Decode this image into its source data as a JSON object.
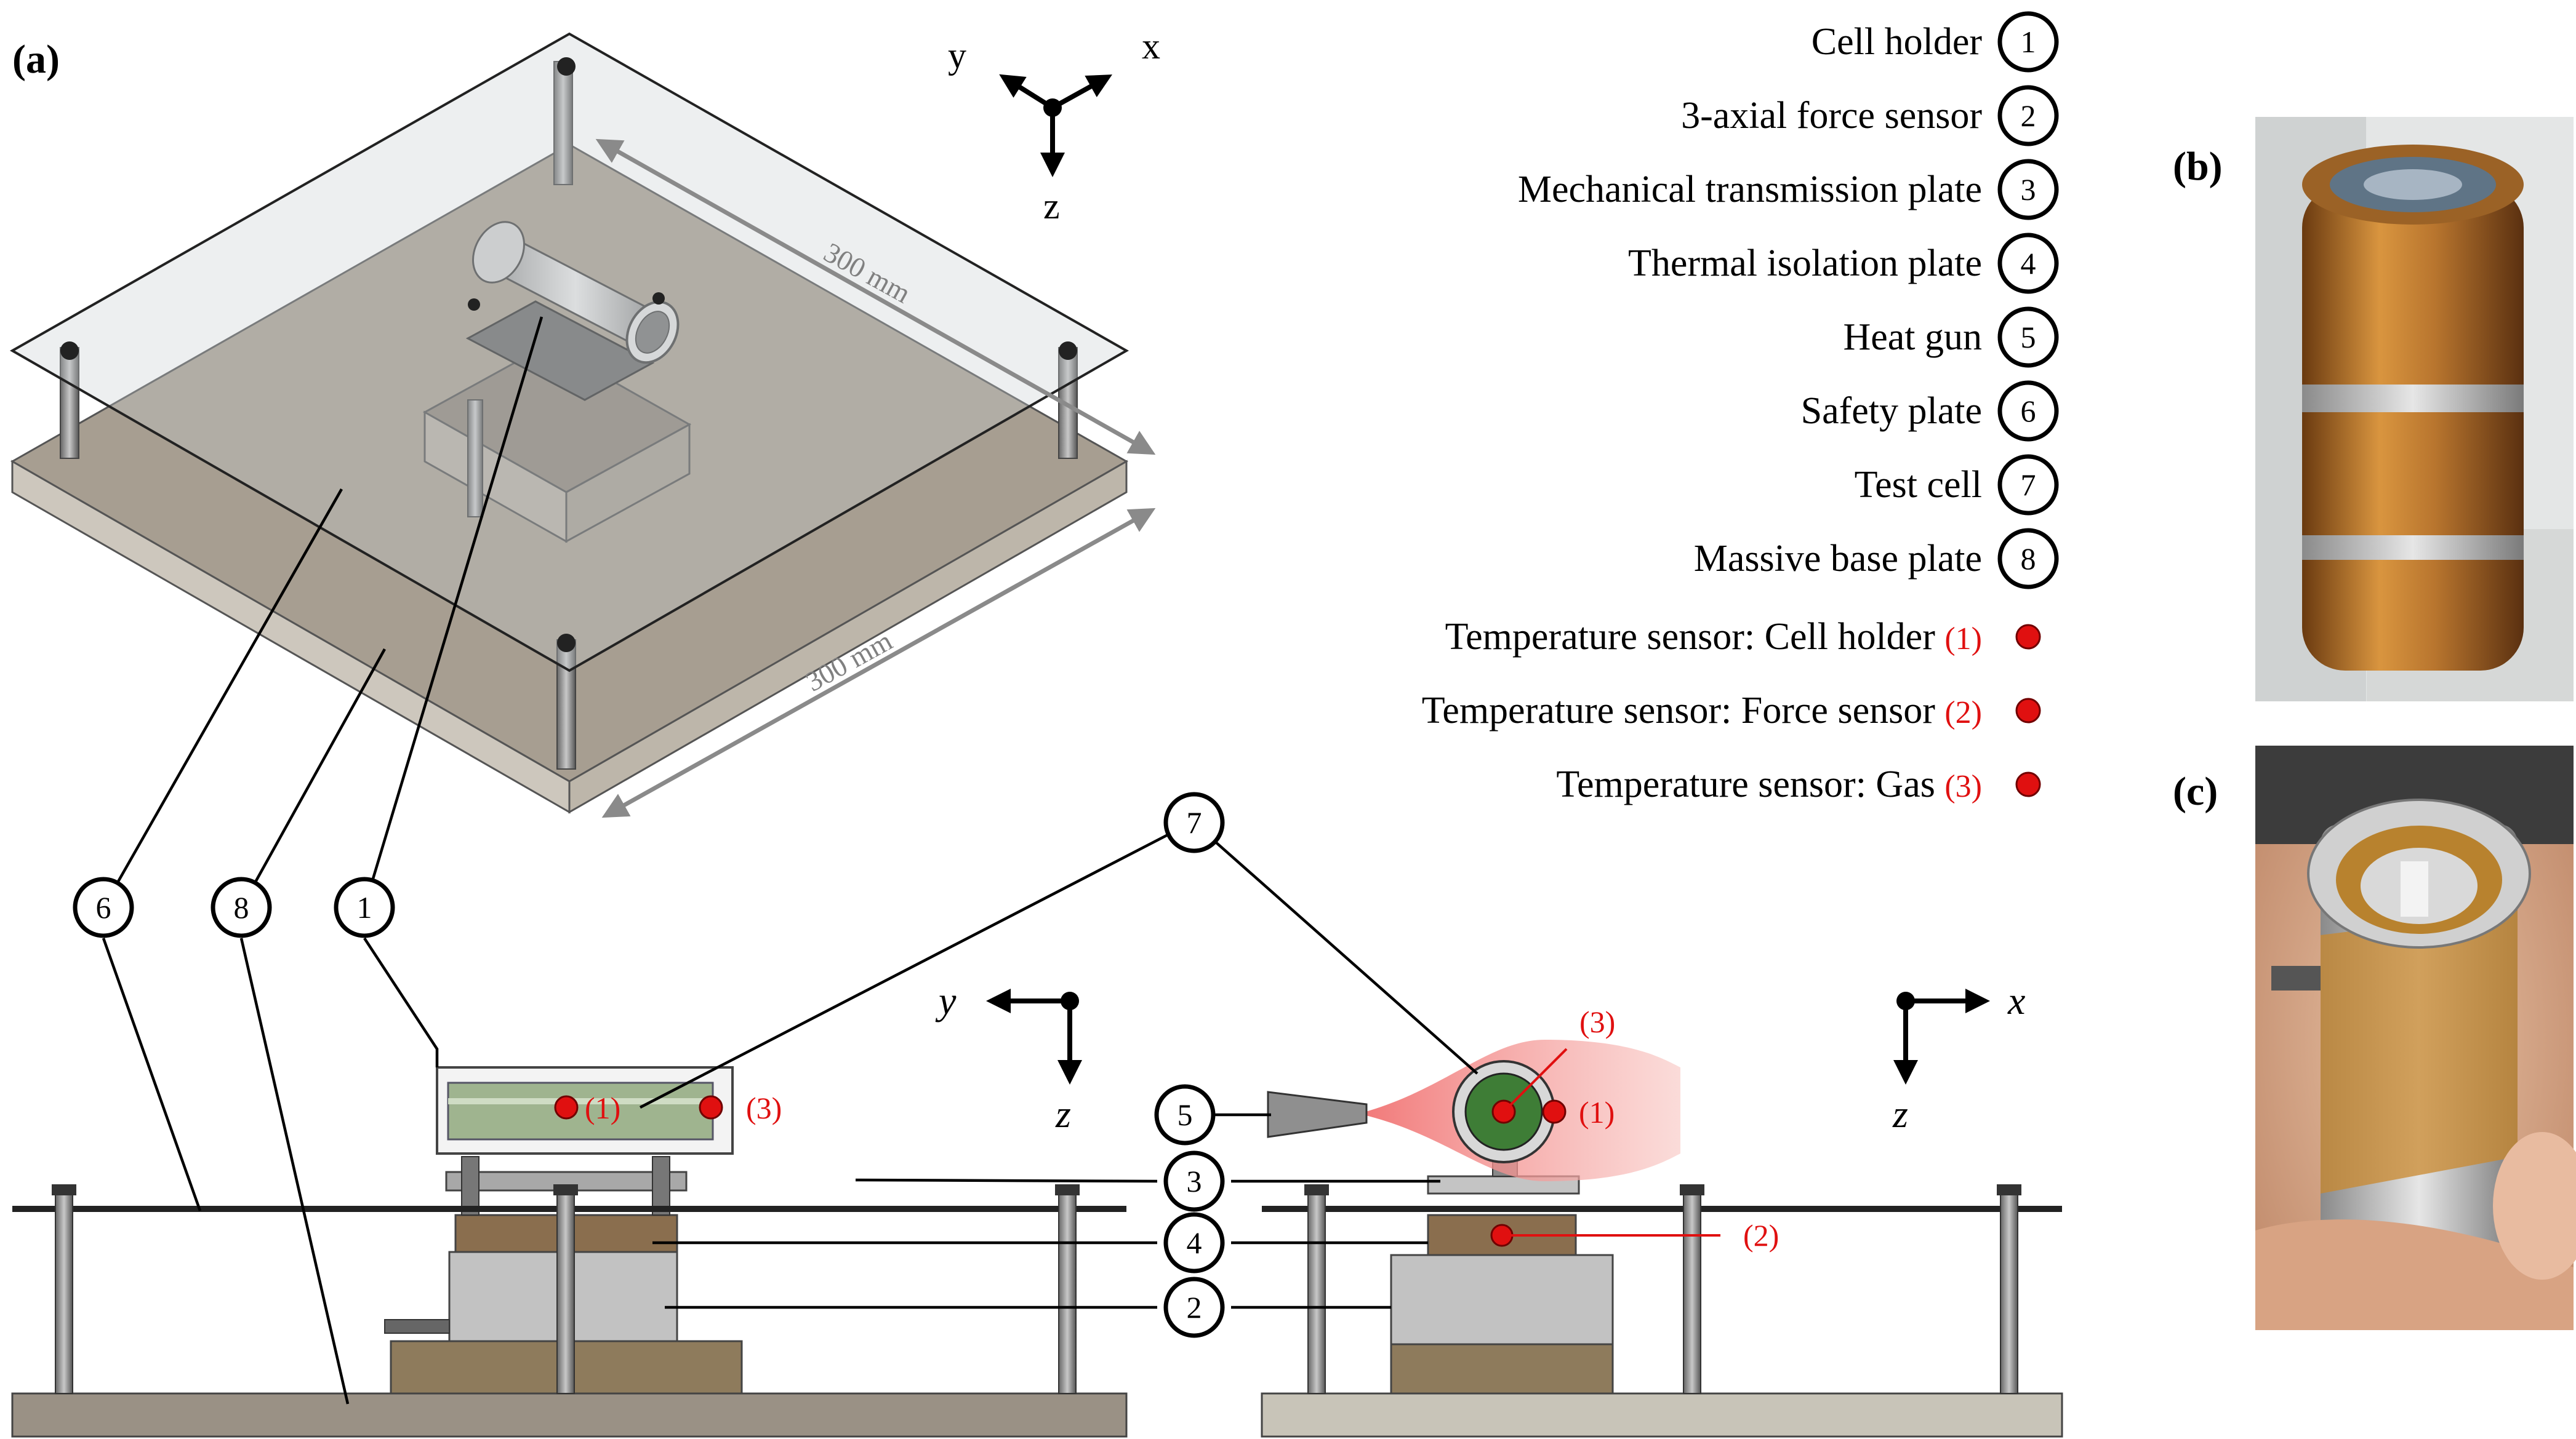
{
  "panels": {
    "a": "(a)",
    "b": "(b)",
    "c": "(c)"
  },
  "iso_axes": {
    "x": "x",
    "y": "y",
    "z": "z"
  },
  "dimensions": {
    "depth": "300 mm",
    "width": "300 mm"
  },
  "legend": {
    "items": [
      {
        "label": "Cell holder",
        "number": "1"
      },
      {
        "label": "3-axial force sensor",
        "number": "2"
      },
      {
        "label": "Mechanical transmission plate",
        "number": "3"
      },
      {
        "label": "Thermal isolation plate",
        "number": "4"
      },
      {
        "label": "Heat gun",
        "number": "5"
      },
      {
        "label": "Safety plate",
        "number": "6"
      },
      {
        "label": "Test cell",
        "number": "7"
      },
      {
        "label": "Massive base plate",
        "number": "8"
      }
    ],
    "sensors": [
      {
        "label": "Temperature sensor: Cell holder",
        "tag": "(1)"
      },
      {
        "label": "Temperature sensor: Force sensor",
        "tag": "(2)"
      },
      {
        "label": "Temperature sensor: Gas",
        "tag": "(3)"
      }
    ]
  },
  "side_view": {
    "axes": {
      "horizontal": "y",
      "vertical": "z"
    },
    "sensor_tags": {
      "cell_holder": "(1)",
      "gas": "(3)"
    }
  },
  "front_view": {
    "axes": {
      "horizontal": "x",
      "vertical": "z"
    },
    "sensor_tags": {
      "cell_holder": "(1)",
      "force_sensor": "(2)",
      "gas": "(3)"
    }
  },
  "callouts": {
    "safety_plate": "6",
    "base_plate": "8",
    "cell_holder": "1",
    "test_cell": "7",
    "heat_gun": "5",
    "transmission_plate": "3",
    "isolation_plate": "4",
    "force_sensor": "2"
  },
  "colors": {
    "sensor_red": "#e01010",
    "plate_taupe": "#9a9080",
    "copper": "#b87830",
    "heat_pink": "#f7b0ab"
  }
}
